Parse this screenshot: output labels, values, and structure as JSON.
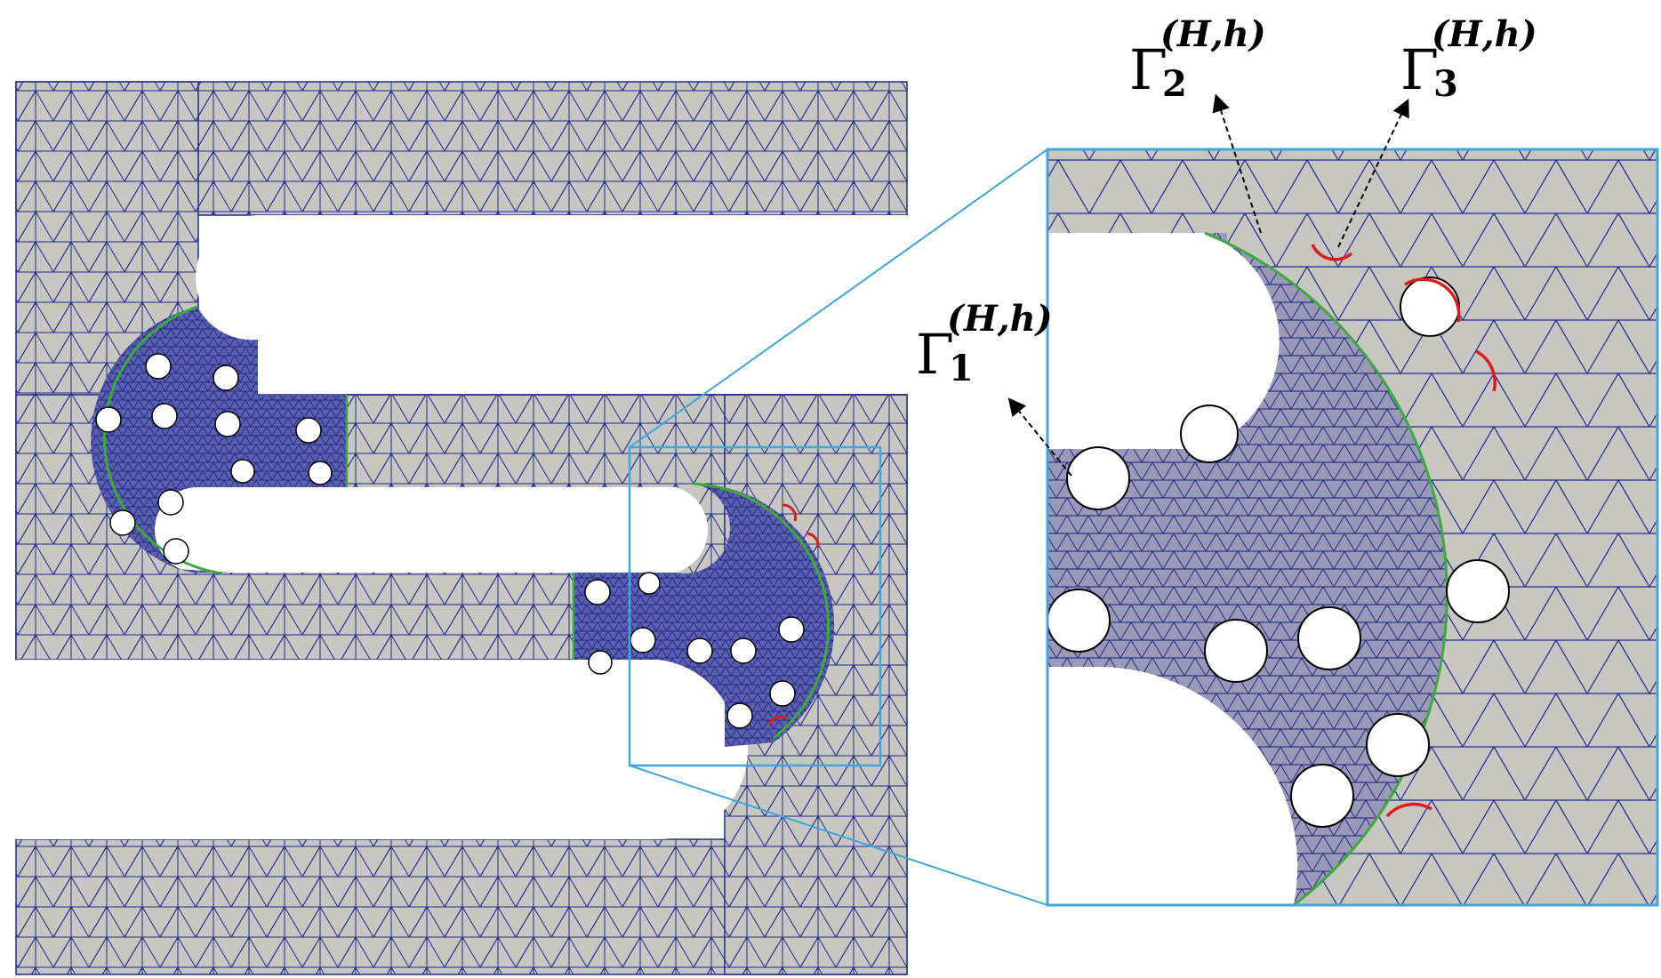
{
  "labels": {
    "gamma1": {
      "symbol": "Γ",
      "sub": "1",
      "sup": "(H,h)"
    },
    "gamma2": {
      "symbol": "Γ",
      "sub": "2",
      "sup": "(H,h)"
    },
    "gamma3": {
      "symbol": "Γ",
      "sub": "3",
      "sup": "(H,h)"
    }
  },
  "colors": {
    "background": "#ffffff",
    "coarse_mesh_fill": "#c8c6c0",
    "mesh_lines": "#1f2a8a",
    "fine_mesh_fill": "#2e3596",
    "interface_green": "#3caa3c",
    "interface_red": "#e01b1b",
    "zoom_box": "#3fa6e0",
    "arrow": "#000000"
  },
  "icons": {
    "arrow_style": "dashed-arrow"
  }
}
